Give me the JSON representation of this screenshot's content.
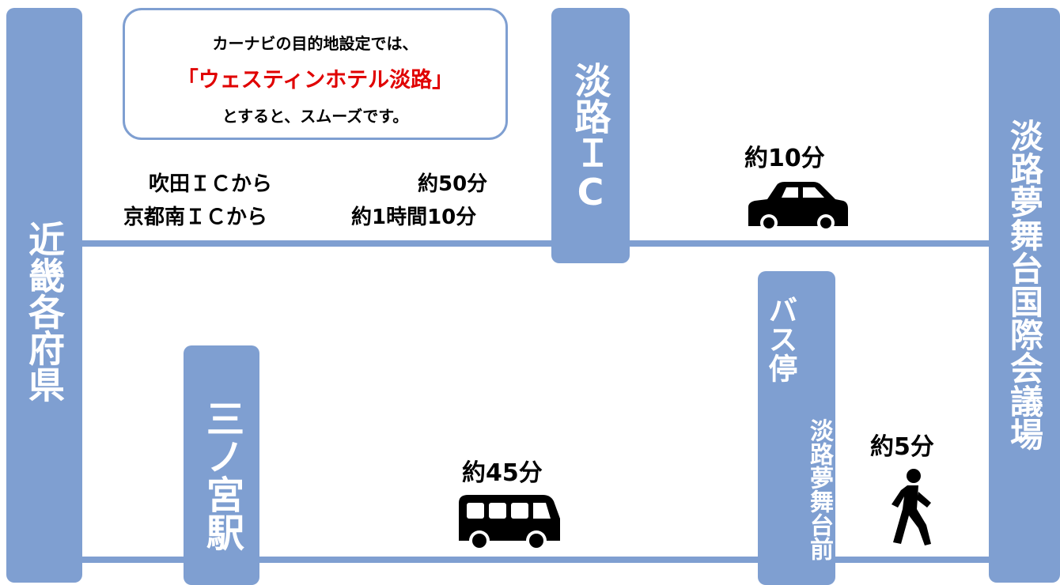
{
  "nodes": {
    "origin": "近畿各府県",
    "sannomiya": "三ノ宮駅",
    "awaji_ic": "淡路ＩC",
    "bus_stop_label": "バス停",
    "bus_stop_name": "淡路夢舞台前",
    "destination": "淡路夢舞台国際会議場"
  },
  "note": {
    "line1": "カーナビの目的地設定では、",
    "line2": "「ウェスティンホテル淡路」",
    "line3": "とすると、スムーズです。"
  },
  "routes": {
    "suita_from": "吹田ＩＣから",
    "suita_time": "約50分",
    "kyoto_from": "京都南ＩＣから",
    "kyoto_time": "約1時間10分",
    "car_time": "約10分",
    "bus_time": "約45分",
    "walk_time": "約5分"
  },
  "icons": {
    "car": "car-icon",
    "bus": "bus-icon",
    "walk": "pedestrian-icon"
  },
  "colors": {
    "pillar": "#7f9fd1",
    "highlight": "#e00000"
  }
}
